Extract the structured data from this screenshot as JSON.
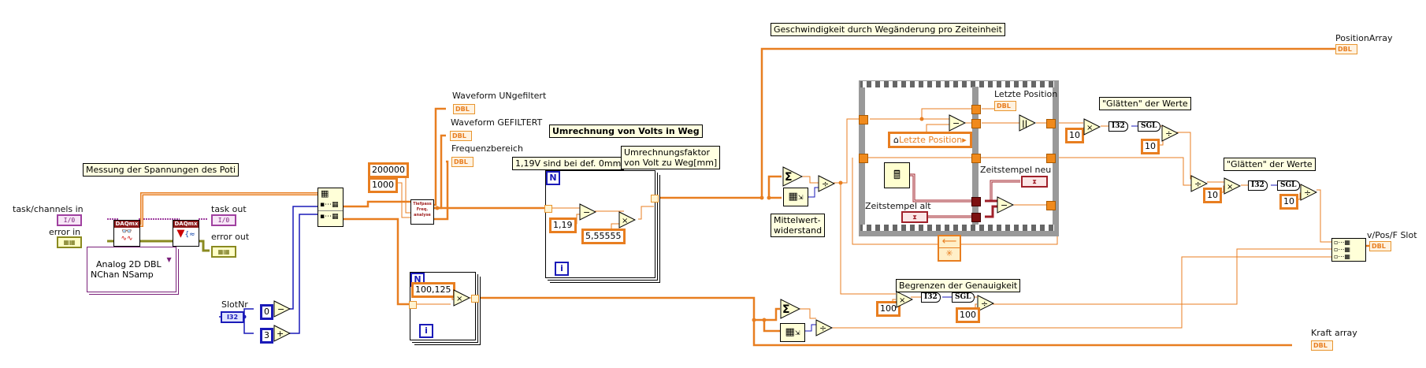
{
  "comments": {
    "measure": "Messung der Spannungen des Poti",
    "conversion_title": "Umrechnung von Volts in Weg",
    "offset_note": "1,19V sind bei def. 0mm",
    "factor_note": "Umrechnungsfaktor\nvon Volt zu Weg[mm]",
    "speed": "Geschwindigkeit durch Wegänderung pro Zeiteinheit",
    "smooth1": "\"Glätten\" der Werte",
    "smooth2": "\"Glätten\" der Werte",
    "mean": "Mittelwert-\nwiderstand",
    "accuracy": "Begrenzen der Genauigkeit"
  },
  "labels": {
    "task_in": "task/channels in",
    "error_in": "error in",
    "task_out": "task out",
    "error_out": "error out",
    "slot_nr": "SlotNr",
    "wf_unfiltered": "Waveform UNgefiltert",
    "wf_filtered": "Waveform GEFILTERT",
    "freq_range": "Frequenzbereich",
    "last_position": "Letzte Position",
    "ts_new": "Zeitstempel neu",
    "ts_old": "Zeitstempel alt",
    "position_array": "PositionArray",
    "vpos_slot": "v/Pos/F Slot",
    "force_array": "Kraft array"
  },
  "terminals": {
    "io": "I/0",
    "i32": "I32",
    "dbl": "DBL",
    "sgl": "SGL"
  },
  "daq": {
    "vendor": "DAQmx",
    "read_mode": "Analog 2D DBL\nNChan NSamp"
  },
  "express_vi": {
    "filter_label": "Tiefpass\nFreq.\nanalyse"
  },
  "constants": {
    "slot_min": "0",
    "slot_plus": "3",
    "sample_rate": "200000",
    "samples": "1000",
    "offset": "1,19",
    "factor": "5,55555",
    "force_factor": "100,125",
    "mult10a": "10",
    "div10a": "10",
    "mult10b": "10",
    "div10b": "10",
    "mult100": "100",
    "div100": "100"
  },
  "local_variable": {
    "name": "Letzte Position"
  },
  "loop_labels": {
    "n": "N",
    "i": "i"
  },
  "operators": {
    "subtract": "−",
    "multiply": "×",
    "divide": "÷",
    "sum": "Σ",
    "abs": "||"
  }
}
